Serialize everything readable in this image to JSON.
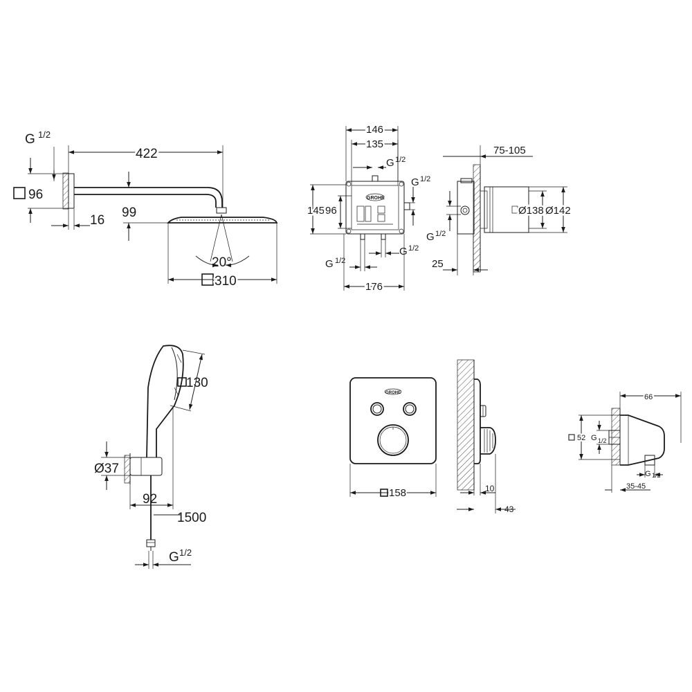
{
  "colors": {
    "line": "#1a1a1a",
    "background": "#ffffff"
  },
  "icons": {
    "square_symbol": "square-outline-icon",
    "diameter_symbol": "diameter-glyph"
  },
  "shower_head": {
    "thread": "G",
    "thread_fraction": "1/2",
    "arm_length": "422",
    "flange_size": "96",
    "wall_offset": "16",
    "drop": "99",
    "tilt_angle": "20°",
    "head_size": "310"
  },
  "mixer_box_front": {
    "brand_logo": "GROHE",
    "outer_width": "146",
    "inner_width": "135",
    "thread_top": "G",
    "thread_top_fraction": "1/2",
    "thread_side": "G",
    "thread_side_fraction": "1/2",
    "height_outer": "145",
    "height_inner": "96",
    "thread_bottom_left": "G",
    "thread_bottom_left_fraction": "1/2",
    "thread_bottom_right": "G",
    "thread_bottom_right_fraction": "1/2",
    "base_width": "176"
  },
  "mixer_box_side": {
    "depth_range": "75-105",
    "diameter_inner": "Ø138",
    "diameter_outer": "Ø142",
    "thread": "G",
    "thread_fraction": "1/2",
    "wall_offset": "25"
  },
  "hand_shower": {
    "head_size": "130",
    "holder_diameter": "Ø37",
    "holder_depth": "92",
    "hose_length": "1500",
    "thread": "G",
    "thread_fraction": "1/2"
  },
  "trim_plate": {
    "brand_logo": "GROHE",
    "plate_size": "158",
    "plate_depth": "10",
    "knob_depth": "43"
  },
  "wall_outlet": {
    "depth": "66",
    "plate_size": "52",
    "thread": "G",
    "thread_fraction": "1/2",
    "wall_range": "35-45"
  }
}
